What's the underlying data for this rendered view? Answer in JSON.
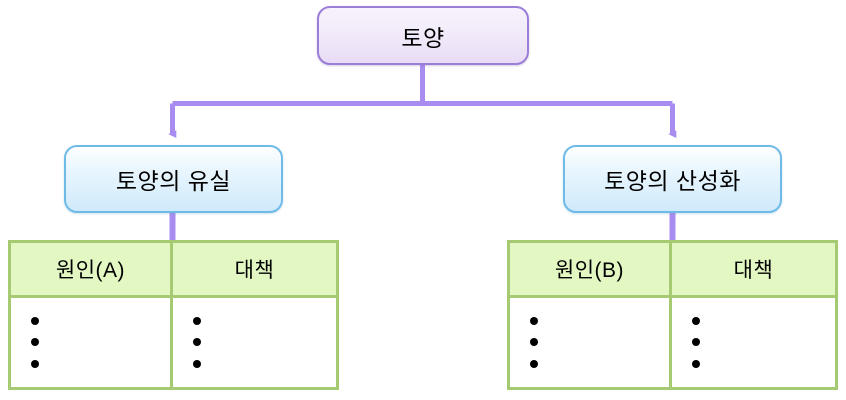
{
  "diagram": {
    "root": {
      "label": "토양"
    },
    "branches": [
      {
        "id": "soil-loss",
        "label": "토양의 유실"
      },
      {
        "id": "soil-acidification",
        "label": "토양의 산성화"
      }
    ],
    "tables": [
      {
        "id": "soil-loss-table",
        "headers": [
          "원인(A)",
          "대책"
        ],
        "columns": [
          {
            "bullets": [
              "",
              "",
              ""
            ]
          },
          {
            "bullets": [
              "",
              "",
              ""
            ]
          }
        ]
      },
      {
        "id": "soil-acidification-table",
        "headers": [
          "원인(B)",
          "대책"
        ],
        "columns": [
          {
            "bullets": [
              "",
              "",
              ""
            ]
          },
          {
            "bullets": [
              "",
              "",
              ""
            ]
          }
        ]
      }
    ],
    "colors": {
      "root_border": "#9b7ed8",
      "root_fill": "#f0e8fa",
      "branch_border": "#6fbbe8",
      "branch_fill": "#d4ecfb",
      "table_border": "#a5ca72",
      "table_header_fill": "#e2f7c2",
      "connector": "#a98cf0",
      "bullet": "#000000",
      "background": "#ffffff"
    },
    "connectors": {
      "style": "orthogonal-elbow-with-arrowheads",
      "arrow_count": 2,
      "stub_count": 2
    }
  }
}
